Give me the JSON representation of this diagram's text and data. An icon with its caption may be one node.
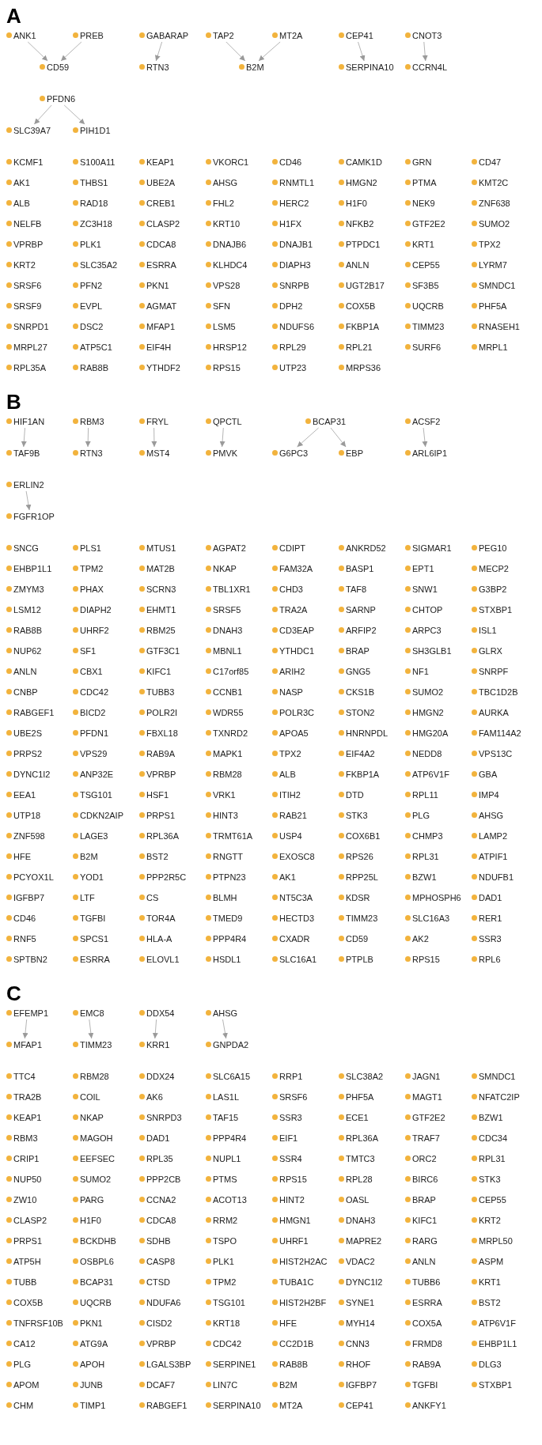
{
  "diagram": {
    "nodes": [
      {
        "text": [
          "A"
        ]
      },
      {
        "text": [
          "ANK1"
        ],
        "in": 0
      },
      {
        "text": [
          "RTN3"
        ],
        "in": 0
      },
      {
        "text": [
          "PREB"
        ],
        "in": 0
      },
      {
        "text": [
          "GABARAP"
        ],
        "in": 0
      },
      {
        "text": [
          "CD59"
        ],
        "in": 0
      },
      {
        "text": [
          "TAP2"
        ],
        "in": 0
      },
      {
        "text": [
          "CEP41"
        ],
        "in": 0
      },
      {
        "text": [
          "SERPINA10"
        ],
        "in": 0
      },
      {
        "text": [
          "MT2A"
        ],
        "in": 0
      },
      {
        "text": [
          "B2M"
        ],
        "in": 0
      },
      {
        "text": [
          "CNOT3"
        ],
        "in": 0
      },
      {
        "text": [
          "CCRN4L"
        ],
        "in": 0
      },
      {
        "text": [
          "PFDN6"
        ],
        "in": 0
      },
      {
        "text": [
          "SLC39A7"
        ],
        "in": 0
      },
      {
        "text": [
          "PIH1D1"
        ],
        "in": 0
      },
      {
        "text": [
          "KCMF1"
        ],
        "in": 0
      },
      {
        "text": [
          "S100A11"
        ],
        "in": 0
      },
      {
        "text": [
          "KEAP1"
        ],
        "in": 0
      },
      {
        "text": [
          "VKORC1"
        ],
        "in": 0
      },
      {
        "text": [
          "CD46"
        ],
        "in": 0
      },
      {
        "text": [
          "CAMK1D"
        ],
        "in": 0
      },
      {
        "text": [
          "GRN"
        ],
        "in": 0
      },
      {
        "text": [
          "CD47"
        ],
        "in": 0
      },
      {
        "text": [
          "AK1"
        ],
        "in": 0
      },
      {
        "text": [
          "THBS1"
        ],
        "in": 0
      },
      {
        "text": [
          "UBE2A"
        ],
        "in": 0
      },
      {
        "text": [
          "AHSG"
        ],
        "in": 0
      },
      {
        "text": [
          "RNMTL1"
        ],
        "in": 0
      },
      {
        "text": [
          "HMGN2"
        ],
        "in": 0
      },
      {
        "text": [
          "PTMA"
        ],
        "in": 0
      },
      {
        "text": [
          "KMT2C"
        ],
        "in": 0
      },
      {
        "text": [
          "ALB"
        ],
        "in": 0
      },
      {
        "text": [
          "RAD18"
        ],
        "in": 0
      },
      {
        "text": [
          "CREB1"
        ],
        "in": 0
      },
      {
        "text": [
          "FHL2"
        ],
        "in": 0
      },
      {
        "text": [
          "HERC2"
        ],
        "in": 0
      },
      {
        "text": [
          "H1F0"
        ],
        "in": 0
      },
      {
        "text": [
          "NEK9"
        ],
        "in": 0
      },
      {
        "text": [
          "ZNF638"
        ],
        "in": 0
      },
      {
        "text": [
          "NELFB"
        ],
        "in": 0
      },
      {
        "text": [
          "ZC3H18"
        ],
        "in": 0
      },
      {
        "text": [
          "CLASP2"
        ],
        "in": 0
      },
      {
        "text": [
          "KRT10"
        ],
        "in": 0
      },
      {
        "text": [
          "H1FX"
        ],
        "in": 0
      },
      {
        "text": [
          "NFKB2"
        ],
        "in": 0
      },
      {
        "text": [
          "GTF2E2"
        ],
        "in": 0
      },
      {
        "text": [
          "SUMO2"
        ],
        "in": 0
      },
      {
        "text": [
          "VPRBP"
        ],
        "in": 0
      },
      {
        "text": [
          "PLK1"
        ],
        "in": 0
      },
      {
        "text": [
          "CDCA8"
        ],
        "in": 0
      },
      {
        "text": [
          "DNAJB6"
        ],
        "in": 0
      },
      {
        "text": [
          "DNAJB1"
        ],
        "in": 0
      },
      {
        "text": [
          "PTPDC1"
        ],
        "in": 0
      },
      {
        "text": [
          "KRT1"
        ],
        "in": 0
      },
      {
        "text": [
          "TPX2"
        ],
        "in": 0
      },
      {
        "text": [
          "KRT2"
        ],
        "in": 0
      },
      {
        "text": [
          "SLC35A2"
        ],
        "in": 0
      },
      {
        "text": [
          "ESRRA"
        ],
        "in": 0
      },
      {
        "text": [
          "KLHDC4"
        ],
        "in": 0
      },
      {
        "text": [
          "DIAPH3"
        ],
        "in": 0
      },
      {
        "text": [
          "ANLN"
        ],
        "in": 0
      },
      {
        "text": [
          "CEP55"
        ],
        "in": 0
      },
      {
        "text": [
          "LYRM7"
        ],
        "in": 0
      },
      {
        "text": [
          "SRSF6"
        ],
        "in": 0
      },
      {
        "text": [
          "PFN2"
        ],
        "in": 0
      },
      {
        "text": [
          "PKN1"
        ],
        "in": 0
      },
      {
        "text": [
          "VPS28"
        ],
        "in": 0
      },
      {
        "text": [
          "SNRPB"
        ],
        "in": 0
      },
      {
        "text": [
          "UGT2B17"
        ],
        "in": 0
      },
      {
        "text": [
          "SF3B5"
        ],
        "in": 0
      },
      {
        "text": [
          "SMNDC1"
        ],
        "in": 0
      },
      {
        "text": [
          "SRSF9"
        ],
        "in": 0
      },
      {
        "text": [
          "EVPL"
        ],
        "in": 0
      },
      {
        "text": [
          "AGMAT"
        ],
        "in": 0
      },
      {
        "text": [
          "SFN"
        ],
        "in": 0
      },
      {
        "text": [
          "DPH2"
        ],
        "in": 0
      },
      {
        "text": [
          "COX5B"
        ],
        "in": 0
      },
      {
        "text": [
          "UQCRB"
        ],
        "in": 0
      },
      {
        "text": [
          "PHF5A"
        ],
        "in": 0
      },
      {
        "text": [
          "SNRPD1"
        ],
        "in": 0
      },
      {
        "text": [
          "DSC2"
        ],
        "in": 0
      },
      {
        "text": [
          "MFAP1"
        ],
        "in": 0
      },
      {
        "text": [
          "LSM5"
        ],
        "in": 0
      },
      {
        "text": [
          "NDUFS6"
        ],
        "in": 0
      },
      {
        "text": [
          "FKBP1A"
        ],
        "in": 0
      },
      {
        "text": [
          "TIMM23"
        ],
        "in": 0
      },
      {
        "text": [
          "RNASEH1"
        ],
        "in": 0
      },
      {
        "text": [
          "MRPL27"
        ],
        "in": 0
      },
      {
        "text": [
          "ATP5C1"
        ],
        "in": 0
      },
      {
        "text": [
          "EIF4H"
        ],
        "in": 0
      },
      {
        "text": [
          "HRSP12"
        ],
        "in": 0
      },
      {
        "text": [
          "RPL29"
        ],
        "in": 0
      },
      {
        "text": [
          "RPL21"
        ],
        "in": 0
      },
      {
        "text": [
          "SURF6"
        ],
        "in": 0
      },
      {
        "text": [
          "MRPL1"
        ],
        "in": 0
      },
      {
        "text": [
          "RPL35A"
        ],
        "in": 0
      },
      {
        "text": [
          "RAB8B"
        ],
        "in": 0
      },
      {
        "text": [
          "YTHDF2"
        ],
        "in": 0
      },
      {
        "text": [
          "RPS15"
        ],
        "in": 0
      },
      {
        "text": [
          "UTP23"
        ],
        "in": 0
      },
      {
        "text": [
          "MRPS36"
        ],
        "in": 0
      },
      {
        "text": [
          "B"
        ]
      },
      {
        "text": [
          "HIF1AN"
        ],
        "in": 102
      },
      {
        "text": [
          "TAF9B"
        ],
        "in": 102
      },
      {
        "text": [
          "RTN3"
        ],
        "in": 102
      },
      {
        "text": [
          "RBM3"
        ],
        "in": 102
      },
      {
        "text": [
          "FRYL"
        ],
        "in": 102
      },
      {
        "text": [
          "MST4"
        ],
        "in": 102
      },
      {
        "text": [
          "QPCTL"
        ],
        "in": 102
      },
      {
        "text": [
          "PMVK"
        ],
        "in": 102
      },
      {
        "text": [
          "G6PC3"
        ],
        "in": 102
      },
      {
        "text": [
          "BCAP31"
        ],
        "in": 102
      },
      {
        "text": [
          "EBP"
        ],
        "in": 102
      },
      {
        "text": [
          "ARL6IP1"
        ],
        "in": 102
      },
      {
        "text": [
          "ACSF2"
        ],
        "in": 102
      },
      {
        "text": [
          "ERLIN2"
        ],
        "in": 102
      },
      {
        "text": [
          "FGFR1OP"
        ],
        "in": 102
      },
      {
        "text": [
          "SNCG"
        ],
        "in": 102
      },
      {
        "text": [
          "PLS1"
        ],
        "in": 102
      },
      {
        "text": [
          "MTUS1"
        ],
        "in": 102
      },
      {
        "text": [
          "AGPAT2"
        ],
        "in": 102
      },
      {
        "text": [
          "CDIPT"
        ],
        "in": 102
      },
      {
        "text": [
          "ANKRD52"
        ],
        "in": 102
      },
      {
        "text": [
          "SIGMAR1"
        ],
        "in": 102
      },
      {
        "text": [
          "PEG10"
        ],
        "in": 102
      },
      {
        "text": [
          "EHBP1L1"
        ],
        "in": 102
      },
      {
        "text": [
          "TPM2"
        ],
        "in": 102
      },
      {
        "text": [
          "MAT2B"
        ],
        "in": 102
      },
      {
        "text": [
          "NKAP"
        ],
        "in": 102
      },
      {
        "text": [
          "FAM32A"
        ],
        "in": 102
      },
      {
        "text": [
          "BASP1"
        ],
        "in": 102
      },
      {
        "text": [
          "EPT1"
        ],
        "in": 102
      },
      {
        "text": [
          "MECP2"
        ],
        "in": 102
      },
      {
        "text": [
          "ZMYM3"
        ],
        "in": 102
      },
      {
        "text": [
          "PHAX"
        ],
        "in": 102
      },
      {
        "text": [
          "SCRN3"
        ],
        "in": 102
      },
      {
        "text": [
          "TBL1XR1"
        ],
        "in": 102
      },
      {
        "text": [
          "CHD3"
        ],
        "in": 102
      },
      {
        "text": [
          "TAF8"
        ],
        "in": 102
      },
      {
        "text": [
          "SNW1"
        ],
        "in": 102
      },
      {
        "text": [
          "G3BP2"
        ],
        "in": 102
      },
      {
        "text": [
          "LSM12"
        ],
        "in": 102
      },
      {
        "text": [
          "DIAPH2"
        ],
        "in": 102
      },
      {
        "text": [
          "EHMT1"
        ],
        "in": 102
      },
      {
        "text": [
          "SRSF5"
        ],
        "in": 102
      },
      {
        "text": [
          "TRA2A"
        ],
        "in": 102
      },
      {
        "text": [
          "SARNP"
        ],
        "in": 102
      },
      {
        "text": [
          "CHTOP"
        ],
        "in": 102
      },
      {
        "text": [
          "STXBP1"
        ],
        "in": 102
      },
      {
        "text": [
          "RAB8B"
        ],
        "in": 102
      },
      {
        "text": [
          "UHRF2"
        ],
        "in": 102
      },
      {
        "text": [
          "RBM25"
        ],
        "in": 102
      },
      {
        "text": [
          "DNAH3"
        ],
        "in": 102
      },
      {
        "text": [
          "CD3EAP"
        ],
        "in": 102
      },
      {
        "text": [
          "ARFIP2"
        ],
        "in": 102
      },
      {
        "text": [
          "ARPC3"
        ],
        "in": 102
      },
      {
        "text": [
          "ISL1"
        ],
        "in": 102
      },
      {
        "text": [
          "NUP62"
        ],
        "in": 102
      },
      {
        "text": [
          "SF1"
        ],
        "in": 102
      },
      {
        "text": [
          "GTF3C1"
        ],
        "in": 102
      },
      {
        "text": [
          "MBNL1"
        ],
        "in": 102
      },
      {
        "text": [
          "YTHDC1"
        ],
        "in": 102
      },
      {
        "text": [
          "BRAP"
        ],
        "in": 102
      },
      {
        "text": [
          "SH3GLB1"
        ],
        "in": 102
      },
      {
        "text": [
          "GLRX"
        ],
        "in": 102
      },
      {
        "text": [
          "ANLN"
        ],
        "in": 102
      },
      {
        "text": [
          "CBX1"
        ],
        "in": 102
      },
      {
        "text": [
          "KIFC1"
        ],
        "in": 102
      },
      {
        "text": [
          "C17orf85"
        ],
        "in": 102
      },
      {
        "text": [
          "ARIH2"
        ],
        "in": 102
      },
      {
        "text": [
          "GNG5"
        ],
        "in": 102
      },
      {
        "text": [
          "NF1"
        ],
        "in": 102
      },
      {
        "text": [
          "SNRPF"
        ],
        "in": 102
      },
      {
        "text": [
          "CNBP"
        ],
        "in": 102
      },
      {
        "text": [
          "CDC42"
        ],
        "in": 102
      },
      {
        "text": [
          "TUBB3"
        ],
        "in": 102
      },
      {
        "text": [
          "CCNB1"
        ],
        "in": 102
      },
      {
        "text": [
          "NASP"
        ],
        "in": 102
      },
      {
        "text": [
          "CKS1B"
        ],
        "in": 102
      },
      {
        "text": [
          "SUMO2"
        ],
        "in": 102
      },
      {
        "text": [
          "TBC1D2B"
        ],
        "in": 102
      },
      {
        "text": [
          "RABGEF1"
        ],
        "in": 102
      },
      {
        "text": [
          "BICD2"
        ],
        "in": 102
      },
      {
        "text": [
          "POLR2I"
        ],
        "in": 102
      },
      {
        "text": [
          "WDR55"
        ],
        "in": 102
      },
      {
        "text": [
          "POLR3C"
        ],
        "in": 102
      },
      {
        "text": [
          "STON2"
        ],
        "in": 102
      },
      {
        "text": [
          "HMGN2"
        ],
        "in": 102
      },
      {
        "text": [
          "AURKA"
        ],
        "in": 102
      },
      {
        "text": [
          "UBE2S"
        ],
        "in": 102
      },
      {
        "text": [
          "PFDN1"
        ],
        "in": 102
      },
      {
        "text": [
          "FBXL18"
        ],
        "in": 102
      },
      {
        "text": [
          "TXNRD2"
        ],
        "in": 102
      },
      {
        "text": [
          "APOA5"
        ],
        "in": 102
      },
      {
        "text": [
          "HNRNPDL"
        ],
        "in": 102
      },
      {
        "text": [
          "HMG20A"
        ],
        "in": 102
      },
      {
        "text": [
          "FAM114A2"
        ],
        "in": 102
      },
      {
        "text": [
          "PRPS2"
        ],
        "in": 102
      },
      {
        "text": [
          "VPS29"
        ],
        "in": 102
      },
      {
        "text": [
          "RAB9A"
        ],
        "in": 102
      },
      {
        "text": [
          "MAPK1"
        ],
        "in": 102
      },
      {
        "text": [
          "TPX2"
        ],
        "in": 102
      },
      {
        "text": [
          "EIF4A2"
        ],
        "in": 102
      },
      {
        "text": [
          "NEDD8"
        ],
        "in": 102
      },
      {
        "text": [
          "VPS13C"
        ],
        "in": 102
      },
      {
        "text": [
          "DYNC1I2"
        ],
        "in": 102
      },
      {
        "text": [
          "ANP32E"
        ],
        "in": 102
      },
      {
        "text": [
          "VPRBP"
        ],
        "in": 102
      },
      {
        "text": [
          "RBM28"
        ],
        "in": 102
      },
      {
        "text": [
          "ALB"
        ],
        "in": 102
      },
      {
        "text": [
          "FKBP1A"
        ],
        "in": 102
      },
      {
        "text": [
          "ATP6V1F"
        ],
        "in": 102
      },
      {
        "text": [
          "GBA"
        ],
        "in": 102
      },
      {
        "text": [
          "EEA1"
        ],
        "in": 102
      },
      {
        "text": [
          "TSG101"
        ],
        "in": 102
      },
      {
        "text": [
          "HSF1"
        ],
        "in": 102
      },
      {
        "text": [
          "VRK1"
        ],
        "in": 102
      },
      {
        "text": [
          "ITIH2"
        ],
        "in": 102
      },
      {
        "text": [
          "DTD"
        ],
        "in": 102
      },
      {
        "text": [
          "RPL11"
        ],
        "in": 102
      },
      {
        "text": [
          "IMP4"
        ],
        "in": 102
      },
      {
        "text": [
          "UTP18"
        ],
        "in": 102
      },
      {
        "text": [
          "CDKN2AIP"
        ],
        "in": 102
      },
      {
        "text": [
          "PRPS1"
        ],
        "in": 102
      },
      {
        "text": [
          "HINT3"
        ],
        "in": 102
      },
      {
        "text": [
          "RAB21"
        ],
        "in": 102
      },
      {
        "text": [
          "STK3"
        ],
        "in": 102
      },
      {
        "text": [
          "PLG"
        ],
        "in": 102
      },
      {
        "text": [
          "AHSG"
        ],
        "in": 102
      },
      {
        "text": [
          "ZNF598"
        ],
        "in": 102
      },
      {
        "text": [
          "LAGE3"
        ],
        "in": 102
      },
      {
        "text": [
          "RPL36A"
        ],
        "in": 102
      },
      {
        "text": [
          "TRMT61A"
        ],
        "in": 102
      },
      {
        "text": [
          "USP4"
        ],
        "in": 102
      },
      {
        "text": [
          "COX6B1"
        ],
        "in": 102
      },
      {
        "text": [
          "CHMP3"
        ],
        "in": 102
      },
      {
        "text": [
          "LAMP2"
        ],
        "in": 102
      },
      {
        "text": [
          "HFE"
        ],
        "in": 102
      },
      {
        "text": [
          "B2M"
        ],
        "in": 102
      },
      {
        "text": [
          "BST2"
        ],
        "in": 102
      },
      {
        "text": [
          "RNGTT"
        ],
        "in": 102
      },
      {
        "text": [
          "EXOSC8"
        ],
        "in": 102
      },
      {
        "text": [
          "RPS26"
        ],
        "in": 102
      },
      {
        "text": [
          "RPL31"
        ],
        "in": 102
      },
      {
        "text": [
          "ATPIF1"
        ],
        "in": 102
      },
      {
        "text": [
          "PCYOX1L"
        ],
        "in": 102
      },
      {
        "text": [
          "YOD1"
        ],
        "in": 102
      },
      {
        "text": [
          "PPP2R5C"
        ],
        "in": 102
      },
      {
        "text": [
          "PTPN23"
        ],
        "in": 102
      },
      {
        "text": [
          "AK1"
        ],
        "in": 102
      },
      {
        "text": [
          "RPP25L"
        ],
        "in": 102
      },
      {
        "text": [
          "BZW1"
        ],
        "in": 102
      },
      {
        "text": [
          "NDUFB1"
        ],
        "in": 102
      },
      {
        "text": [
          "IGFBP7"
        ],
        "in": 102
      },
      {
        "text": [
          "LTF"
        ],
        "in": 102
      },
      {
        "text": [
          "CS"
        ],
        "in": 102
      },
      {
        "text": [
          "BLMH"
        ],
        "in": 102
      },
      {
        "text": [
          "NT5C3A"
        ],
        "in": 102
      },
      {
        "text": [
          "KDSR"
        ],
        "in": 102
      },
      {
        "text": [
          "MPHOSPH6"
        ],
        "in": 102
      },
      {
        "text": [
          "DAD1"
        ],
        "in": 102
      },
      {
        "text": [
          "CD46"
        ],
        "in": 102
      },
      {
        "text": [
          "TGFBI"
        ],
        "in": 102
      },
      {
        "text": [
          "TOR4A"
        ],
        "in": 102
      },
      {
        "text": [
          "TMED9"
        ],
        "in": 102
      },
      {
        "text": [
          "HECTD3"
        ],
        "in": 102
      },
      {
        "text": [
          "TIMM23"
        ],
        "in": 102
      },
      {
        "text": [
          "SLC16A3"
        ],
        "in": 102
      },
      {
        "text": [
          "RER1"
        ],
        "in": 102
      },
      {
        "text": [
          "RNF5"
        ],
        "in": 102
      },
      {
        "text": [
          "SPCS1"
        ],
        "in": 102
      },
      {
        "text": [
          "HLA-A"
        ],
        "in": 102
      },
      {
        "text": [
          "PPP4R4"
        ],
        "in": 102
      },
      {
        "text": [
          "CXADR"
        ],
        "in": 102
      },
      {
        "text": [
          "CD59"
        ],
        "in": 102
      },
      {
        "text": [
          "AK2"
        ],
        "in": 102
      },
      {
        "text": [
          "SSR3"
        ],
        "in": 102
      },
      {
        "text": [
          "SPTBN2"
        ],
        "in": 102
      },
      {
        "text": [
          "ESRRA"
        ],
        "in": 102
      },
      {
        "text": [
          "ELOVL1"
        ],
        "in": 102
      },
      {
        "text": [
          "HSDL1"
        ],
        "in": 102
      },
      {
        "text": [
          "SLC16A1"
        ],
        "in": 102
      },
      {
        "text": [
          "PTPLB"
        ],
        "in": 102
      },
      {
        "text": [
          "RPS15"
        ],
        "in": 102
      },
      {
        "text": [
          "RPL6"
        ],
        "in": 102
      },
      {
        "text": [
          "C"
        ]
      },
      {
        "text": [
          "EFEMP1"
        ],
        "in": 286
      },
      {
        "text": [
          "MFAP1"
        ],
        "in": 286
      },
      {
        "text": [
          "EMC8"
        ],
        "in": 286
      },
      {
        "text": [
          "TIMM23"
        ],
        "in": 286
      },
      {
        "text": [
          "KRR1"
        ],
        "in": 286
      },
      {
        "text": [
          "DDX54"
        ],
        "in": 286
      },
      {
        "text": [
          "GNPDA2"
        ],
        "in": 286
      },
      {
        "text": [
          "AHSG"
        ],
        "in": 286
      },
      {
        "text": [
          "TTC4"
        ],
        "in": 286
      },
      {
        "text": [
          "RBM28"
        ],
        "in": 286
      },
      {
        "text": [
          "DDX24"
        ],
        "in": 286
      },
      {
        "text": [
          "SLC6A15"
        ],
        "in": 286
      },
      {
        "text": [
          "RRP1"
        ],
        "in": 286
      },
      {
        "text": [
          "SLC38A2"
        ],
        "in": 286
      },
      {
        "text": [
          "JAGN1"
        ],
        "in": 286
      },
      {
        "text": [
          "SMNDC1"
        ],
        "in": 286
      },
      {
        "text": [
          "TRA2B"
        ],
        "in": 286
      },
      {
        "text": [
          "COIL"
        ],
        "in": 286
      },
      {
        "text": [
          "AK6"
        ],
        "in": 286
      },
      {
        "text": [
          "LAS1L"
        ],
        "in": 286
      },
      {
        "text": [
          "SRSF6"
        ],
        "in": 286
      },
      {
        "text": [
          "PHF5A"
        ],
        "in": 286
      },
      {
        "text": [
          "MAGT1"
        ],
        "in": 286
      },
      {
        "text": [
          "NFATC2IP"
        ],
        "in": 286
      },
      {
        "text": [
          "KEAP1"
        ],
        "in": 286
      },
      {
        "text": [
          "NKAP"
        ],
        "in": 286
      },
      {
        "text": [
          "SNRPD3"
        ],
        "in": 286
      },
      {
        "text": [
          "TAF15"
        ],
        "in": 286
      },
      {
        "text": [
          "SSR3"
        ],
        "in": 286
      },
      {
        "text": [
          "ECE1"
        ],
        "in": 286
      },
      {
        "text": [
          "GTF2E2"
        ],
        "in": 286
      },
      {
        "text": [
          "BZW1"
        ],
        "in": 286
      },
      {
        "text": [
          "RBM3"
        ],
        "in": 286
      },
      {
        "text": [
          "MAGOH"
        ],
        "in": 286
      },
      {
        "text": [
          "DAD1"
        ],
        "in": 286
      },
      {
        "text": [
          "PPP4R4"
        ],
        "in": 286
      },
      {
        "text": [
          "EIF1"
        ],
        "in": 286
      },
      {
        "text": [
          "RPL36A"
        ],
        "in": 286
      },
      {
        "text": [
          "TRAF7"
        ],
        "in": 286
      },
      {
        "text": [
          "CDC34"
        ],
        "in": 286
      },
      {
        "text": [
          "CRIP1"
        ],
        "in": 286
      },
      {
        "text": [
          "EEFSEC"
        ],
        "in": 286
      },
      {
        "text": [
          "RPL35"
        ],
        "in": 286
      },
      {
        "text": [
          "NUPL1"
        ],
        "in": 286
      },
      {
        "text": [
          "SSR4"
        ],
        "in": 286
      },
      {
        "text": [
          "TMTC3"
        ],
        "in": 286
      },
      {
        "text": [
          "ORC2"
        ],
        "in": 286
      },
      {
        "text": [
          "RPL31"
        ],
        "in": 286
      },
      {
        "text": [
          "NUP50"
        ],
        "in": 286
      },
      {
        "text": [
          "SUMO2"
        ],
        "in": 286
      },
      {
        "text": [
          "PPP2CB"
        ],
        "in": 286
      },
      {
        "text": [
          "PTMS"
        ],
        "in": 286
      },
      {
        "text": [
          "RPS15"
        ],
        "in": 286
      },
      {
        "text": [
          "RPL28"
        ],
        "in": 286
      },
      {
        "text": [
          "BIRC6"
        ],
        "in": 286
      },
      {
        "text": [
          "STK3"
        ],
        "in": 286
      },
      {
        "text": [
          "ZW10"
        ],
        "in": 286
      },
      {
        "text": [
          "PARG"
        ],
        "in": 286
      },
      {
        "text": [
          "CCNA2"
        ],
        "in": 286
      },
      {
        "text": [
          "ACOT13"
        ],
        "in": 286
      },
      {
        "text": [
          "HINT2"
        ],
        "in": 286
      },
      {
        "text": [
          "OASL"
        ],
        "in": 286
      },
      {
        "text": [
          "BRAP"
        ],
        "in": 286
      },
      {
        "text": [
          "CEP55"
        ],
        "in": 286
      },
      {
        "text": [
          "CLASP2"
        ],
        "in": 286
      },
      {
        "text": [
          "H1F0"
        ],
        "in": 286
      },
      {
        "text": [
          "CDCA8"
        ],
        "in": 286
      },
      {
        "text": [
          "RRM2"
        ],
        "in": 286
      },
      {
        "text": [
          "HMGN1"
        ],
        "in": 286
      },
      {
        "text": [
          "DNAH3"
        ],
        "in": 286
      },
      {
        "text": [
          "KIFC1"
        ],
        "in": 286
      },
      {
        "text": [
          "KRT2"
        ],
        "in": 286
      },
      {
        "text": [
          "PRPS1"
        ],
        "in": 286
      },
      {
        "text": [
          "BCKDHB"
        ],
        "in": 286
      },
      {
        "text": [
          "SDHB"
        ],
        "in": 286
      },
      {
        "text": [
          "TSPO"
        ],
        "in": 286
      },
      {
        "text": [
          "UHRF1"
        ],
        "in": 286
      },
      {
        "text": [
          "MAPRE2"
        ],
        "in": 286
      },
      {
        "text": [
          "RARG"
        ],
        "in": 286
      },
      {
        "text": [
          "MRPL50"
        ],
        "in": 286
      },
      {
        "text": [
          "ATP5H"
        ],
        "in": 286
      },
      {
        "text": [
          "OSBPL6"
        ],
        "in": 286
      },
      {
        "text": [
          "CASP8"
        ],
        "in": 286
      },
      {
        "text": [
          "PLK1"
        ],
        "in": 286
      },
      {
        "text": [
          "HIST2H2AC"
        ],
        "in": 286
      },
      {
        "text": [
          "VDAC2"
        ],
        "in": 286
      },
      {
        "text": [
          "ANLN"
        ],
        "in": 286
      },
      {
        "text": [
          "ASPM"
        ],
        "in": 286
      },
      {
        "text": [
          "TUBB"
        ],
        "in": 286
      },
      {
        "text": [
          "BCAP31"
        ],
        "in": 286
      },
      {
        "text": [
          "CTSD"
        ],
        "in": 286
      },
      {
        "text": [
          "TPM2"
        ],
        "in": 286
      },
      {
        "text": [
          "TUBA1C"
        ],
        "in": 286
      },
      {
        "text": [
          "DYNC1I2"
        ],
        "in": 286
      },
      {
        "text": [
          "TUBB6"
        ],
        "in": 286
      },
      {
        "text": [
          "KRT1"
        ],
        "in": 286
      },
      {
        "text": [
          "COX5B"
        ],
        "in": 286
      },
      {
        "text": [
          "UQCRB"
        ],
        "in": 286
      },
      {
        "text": [
          "NDUFA6"
        ],
        "in": 286
      },
      {
        "text": [
          "TSG101"
        ],
        "in": 286
      },
      {
        "text": [
          "HIST2H2BF"
        ],
        "in": 286
      },
      {
        "text": [
          "SYNE1"
        ],
        "in": 286
      },
      {
        "text": [
          "ESRRA"
        ],
        "in": 286
      },
      {
        "text": [
          "BST2"
        ],
        "in": 286
      },
      {
        "text": [
          "TNFRSF10B"
        ],
        "in": 286
      },
      {
        "text": [
          "PKN1"
        ],
        "in": 286
      },
      {
        "text": [
          "CISD2"
        ],
        "in": 286
      },
      {
        "text": [
          "KRT18"
        ],
        "in": 286
      },
      {
        "text": [
          "HFE"
        ],
        "in": 286
      },
      {
        "text": [
          "MYH14"
        ],
        "in": 286
      },
      {
        "text": [
          "COX5A"
        ],
        "in": 286
      },
      {
        "text": [
          "ATP6V1F"
        ],
        "in": 286
      },
      {
        "text": [
          "CA12"
        ],
        "in": 286
      },
      {
        "text": [
          "ATG9A"
        ],
        "in": 286
      },
      {
        "text": [
          "VPRBP"
        ],
        "in": 286
      },
      {
        "text": [
          "CDC42"
        ],
        "in": 286
      },
      {
        "text": [
          "CC2D1B"
        ],
        "in": 286
      },
      {
        "text": [
          "CNN3"
        ],
        "in": 286
      },
      {
        "text": [
          "FRMD8"
        ],
        "in": 286
      },
      {
        "text": [
          "EHBP1L1"
        ],
        "in": 286
      },
      {
        "text": [
          "PLG"
        ],
        "in": 286
      },
      {
        "text": [
          "APOH"
        ],
        "in": 286
      },
      {
        "text": [
          "LGALS3BP"
        ],
        "in": 286
      },
      {
        "text": [
          "SERPINE1"
        ],
        "in": 286
      },
      {
        "text": [
          "RAB8B"
        ],
        "in": 286
      },
      {
        "text": [
          "RHOF"
        ],
        "in": 286
      },
      {
        "text": [
          "RAB9A"
        ],
        "in": 286
      },
      {
        "text": [
          "DLG3"
        ],
        "in": 286
      },
      {
        "text": [
          "APOM"
        ],
        "in": 286
      },
      {
        "text": [
          "JUNB"
        ],
        "in": 286
      },
      {
        "text": [
          "DCAF7"
        ],
        "in": 286
      },
      {
        "text": [
          "LIN7C"
        ],
        "in": 286
      },
      {
        "text": [
          "B2M"
        ],
        "in": 286
      },
      {
        "text": [
          "IGFBP7"
        ],
        "in": 286
      },
      {
        "text": [
          "TGFBI"
        ],
        "in": 286
      },
      {
        "text": [
          "STXBP1"
        ],
        "in": 286
      },
      {
        "text": [
          "CHM"
        ],
        "in": 286
      },
      {
        "text": [
          "TIMP1"
        ],
        "in": 286
      },
      {
        "text": [
          "RABGEF1"
        ],
        "in": 286
      },
      {
        "text": [
          "SERPINA10"
        ],
        "in": 286
      },
      {
        "text": [
          "MT2A"
        ],
        "in": 286
      },
      {
        "text": [
          "CEP41"
        ],
        "in": 286
      },
      {
        "text": [
          "ANKFY1"
        ],
        "in": 286
      }
    ],
    "edges": [
      {
        "from": 1,
        "to": 5,
        "arrow": "to"
      },
      {
        "from": 3,
        "to": 5,
        "arrow": "to"
      },
      {
        "from": 4,
        "to": 2,
        "arrow": "to"
      },
      {
        "from": 7,
        "to": 8,
        "arrow": "to"
      },
      {
        "from": 6,
        "to": 10,
        "arrow": "to"
      },
      {
        "from": 9,
        "to": 10,
        "arrow": "to"
      },
      {
        "from": 11,
        "to": 12,
        "arrow": "to"
      },
      {
        "from": 13,
        "to": 14,
        "arrow": "to"
      },
      {
        "from": 13,
        "to": 15,
        "arrow": "to"
      },
      {
        "from": 103,
        "to": 104,
        "arrow": "to"
      },
      {
        "from": 106,
        "to": 105,
        "arrow": "to"
      },
      {
        "from": 107,
        "to": 108,
        "arrow": "to"
      },
      {
        "from": 109,
        "to": 110,
        "arrow": "to"
      },
      {
        "from": 112,
        "to": 111,
        "arrow": "to"
      },
      {
        "from": 112,
        "to": 113,
        "arrow": "to"
      },
      {
        "from": 115,
        "to": 114,
        "arrow": "to"
      },
      {
        "from": 116,
        "to": 117,
        "arrow": "to"
      },
      {
        "from": 287,
        "to": 288,
        "arrow": "to"
      },
      {
        "from": 289,
        "to": 290,
        "arrow": "to"
      },
      {
        "from": 292,
        "to": 291,
        "arrow": "to"
      },
      {
        "from": 294,
        "to": 293,
        "arrow": "to"
      }
    ]
  }
}
